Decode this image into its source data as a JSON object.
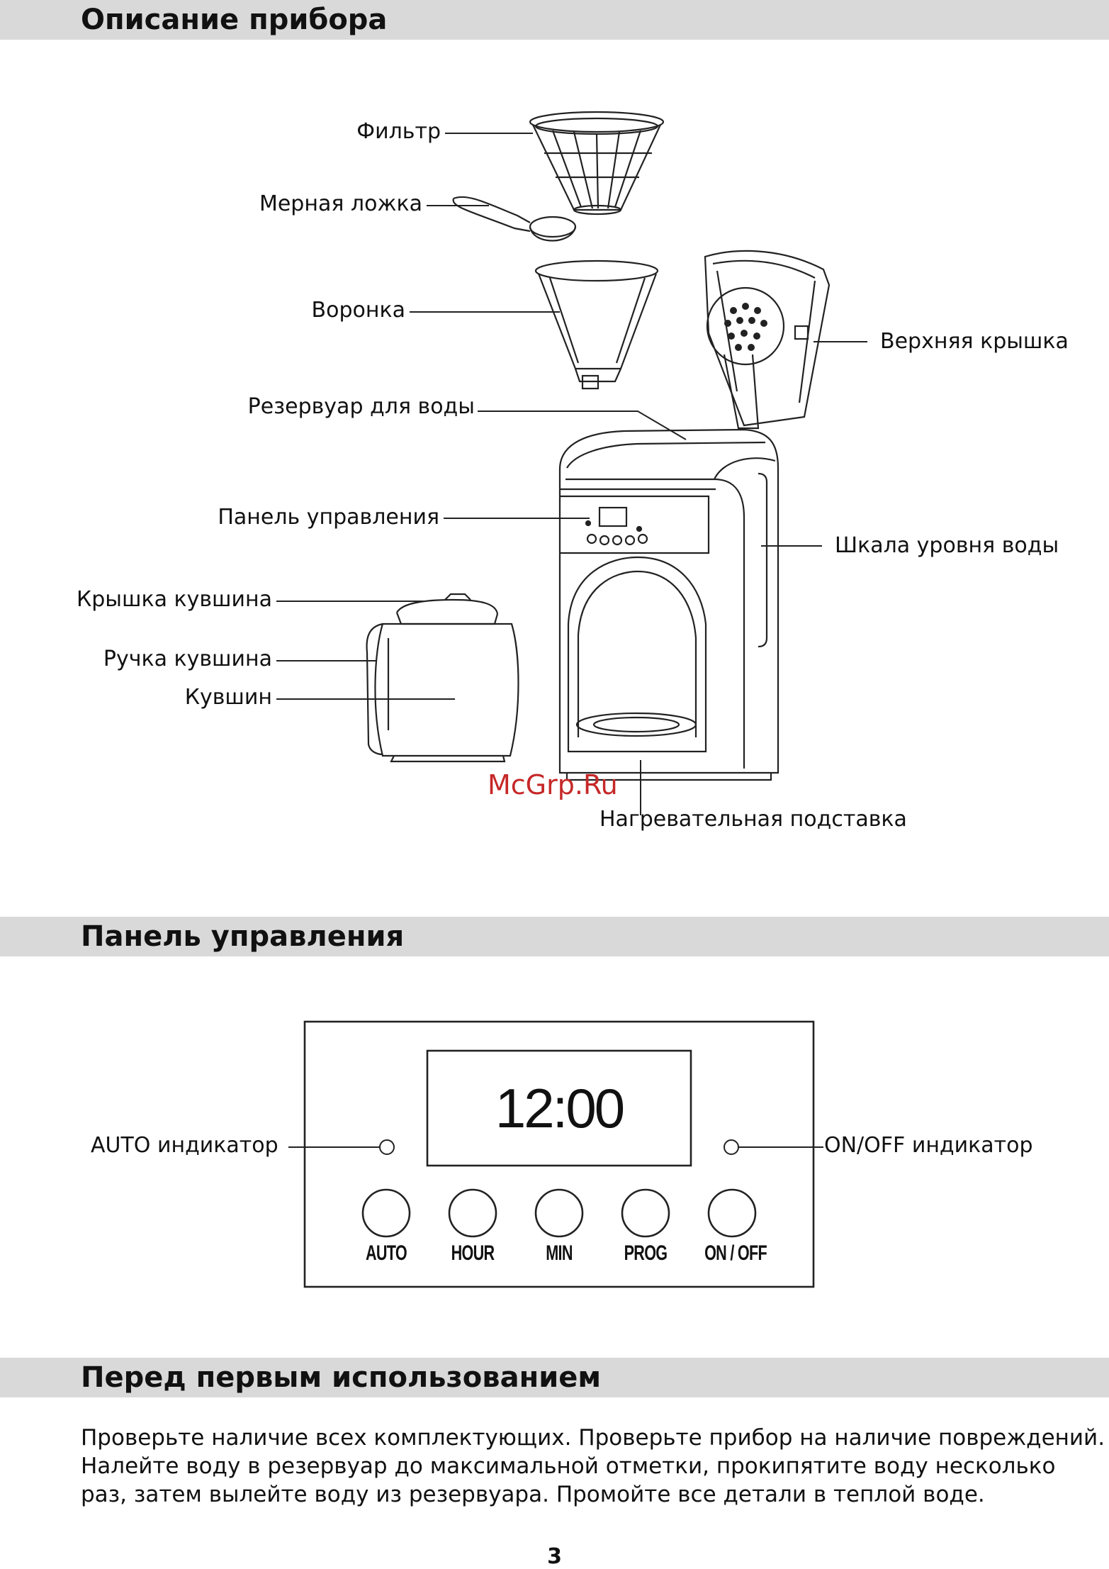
{
  "sections": {
    "description": "Описание прибора",
    "control_panel": "Панель управления",
    "before_use": "Перед первым использованием"
  },
  "callouts": {
    "filter": "Фильтр",
    "scoop": "Мерная ложка",
    "funnel": "Воронка",
    "reservoir": "Резервуар для воды",
    "panel": "Панель управления",
    "jug_lid": "Крышка кувшина",
    "jug_handle": "Ручка кувшина",
    "jug": "Кувшин",
    "top_lid": "Верхняя крышка",
    "water_scale": "Шкала уровня воды",
    "warming_plate": "Нагревательная подставка"
  },
  "watermark": "McGrp.Ru",
  "panel": {
    "display": "12:00",
    "auto_indicator": "AUTO индикатор",
    "onoff_indicator": "ON/OFF индикатор",
    "buttons": [
      "AUTO",
      "HOUR",
      "MIN",
      "PROG",
      "ON / OFF"
    ]
  },
  "before_use_text": "Проверьте наличие всех комплектующих. Проверьте прибор на наличие повреждений. Налейте воду в резервуар до максимальной отметки, прокипятите воду несколько раз, затем вылейте воду из резервуара. Промойте все детали в теплой воде.",
  "page_number": "3"
}
